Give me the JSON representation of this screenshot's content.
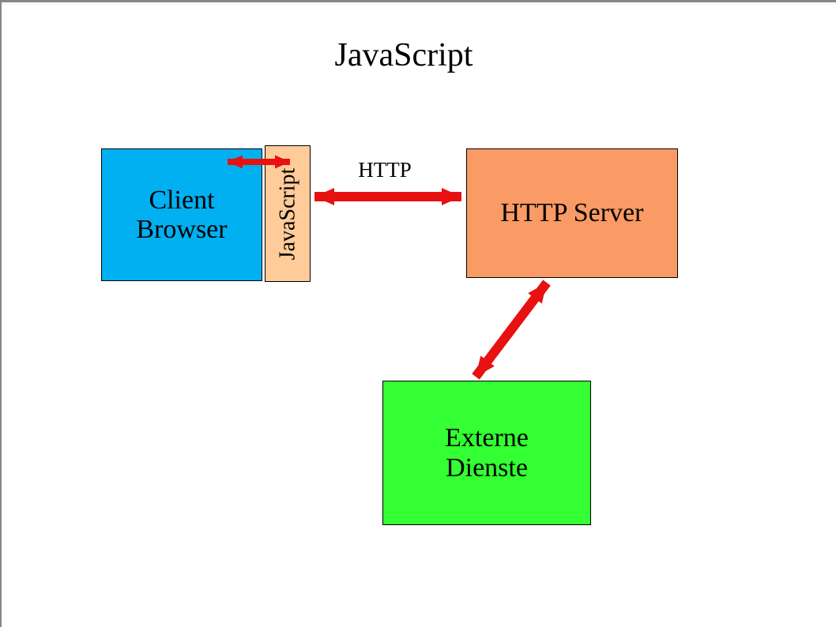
{
  "slide": {
    "title": "JavaScript"
  },
  "nodes": {
    "client_browser": {
      "line1": "Client",
      "line2": "Browser",
      "fill": "#00b0f0"
    },
    "javascript_layer": {
      "label": "JavaScript",
      "fill": "#ffcc99"
    },
    "http_server": {
      "label": "HTTP Server",
      "fill": "#fa9a64"
    },
    "externe_dienste": {
      "line1": "Externe",
      "line2": "Dienste",
      "fill": "#33ff33"
    }
  },
  "edges": {
    "http_label": "HTTP",
    "connections": [
      {
        "from": "client_browser",
        "to": "javascript_layer",
        "bidirectional": true
      },
      {
        "from": "javascript_layer",
        "to": "http_server",
        "bidirectional": true,
        "label": "HTTP"
      },
      {
        "from": "http_server",
        "to": "externe_dienste",
        "bidirectional": true
      }
    ]
  },
  "colors": {
    "arrow_red": "#e81111",
    "box_border": "#000000",
    "frame_gray": "#878787",
    "background": "#ffffff",
    "text": "#000000"
  }
}
